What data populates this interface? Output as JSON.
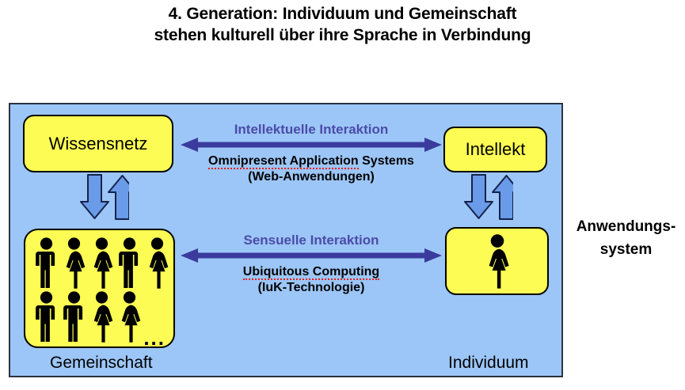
{
  "title": {
    "line1": "4. Generation: Individuum und Gemeinschaft",
    "line2": "stehen kulturell über ihre Sprache in Verbindung"
  },
  "diagram": {
    "panel_color": "#9CC6F7",
    "box_color": "#FCFC54",
    "accent_purple": "#4B4BA8",
    "arrow_blue": "#6A9BE8",
    "spellcheck_color": "#E02020",
    "boxes": {
      "knowledge_network": {
        "label": "Wissensnetz"
      },
      "intellect": {
        "label": "Intellekt"
      },
      "community": {
        "label": "Gemeinschaft",
        "overflow_indicator": "...",
        "figures_row1": [
          "man",
          "woman",
          "woman",
          "man",
          "woman"
        ],
        "figures_row2": [
          "man",
          "man",
          "woman",
          "woman"
        ]
      },
      "individual": {
        "label": "Individuum",
        "figure": "woman"
      }
    },
    "interactions": [
      {
        "id": "intellectual",
        "title": "Intellektuelle Interaktion",
        "subtitle_line1": "Omnipresent Application Systems",
        "subtitle_line1_spelled": "Omnipresent Application",
        "subtitle_line1_rest": " Systems",
        "subtitle_line2": "(Web-Anwendungen)",
        "arrow": "double-headed-horizontal-arrow"
      },
      {
        "id": "sensual",
        "title": "Sensuelle Interaktion",
        "subtitle_line1": "Ubiquitous Computing",
        "subtitle_line1_spelled": "Ubiquitous Computing",
        "subtitle_line1_rest": "",
        "subtitle_line2": "(IuK-Technologie)",
        "arrow": "double-headed-horizontal-arrow"
      }
    ],
    "vertical_arrows": [
      {
        "id": "left",
        "icons": [
          "arrow-down-icon",
          "arrow-up-icon"
        ]
      },
      {
        "id": "right",
        "icons": [
          "arrow-down-icon",
          "arrow-up-icon"
        ]
      }
    ],
    "outside_label": {
      "line1": "Anwendungs-",
      "line2": "system"
    }
  }
}
